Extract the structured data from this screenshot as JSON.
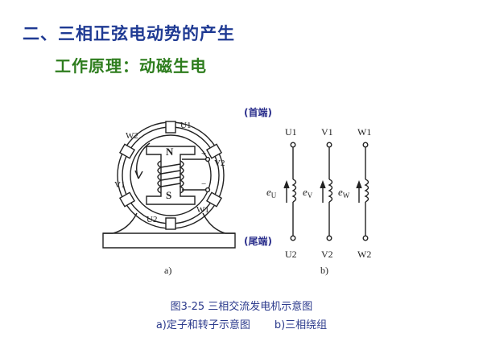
{
  "slide": {
    "title": "二、三相正弦电动势的产生",
    "subtitle": "工作原理：动磁生电"
  },
  "figure_a": {
    "labels": {
      "u1": "U1",
      "u2": "U2",
      "v1": "V1",
      "v2": "V2",
      "w1": "W1",
      "w2": "W2",
      "north": "N",
      "south": "S"
    },
    "caption": "a)"
  },
  "figure_b": {
    "head_label": "(首端)",
    "tail_label": "(尾端)",
    "terminals_top": [
      "U1",
      "V1",
      "W1"
    ],
    "terminals_bottom": [
      "U2",
      "V2",
      "W2"
    ],
    "emf_main": "e",
    "emf_subs": [
      "U",
      "V",
      "W"
    ],
    "caption": "b)"
  },
  "captions": {
    "figure": "图3-25  三相交流发电机示意图",
    "sub_a": "a)定子和转子示意图",
    "sub_b": "b)三相绕组"
  }
}
